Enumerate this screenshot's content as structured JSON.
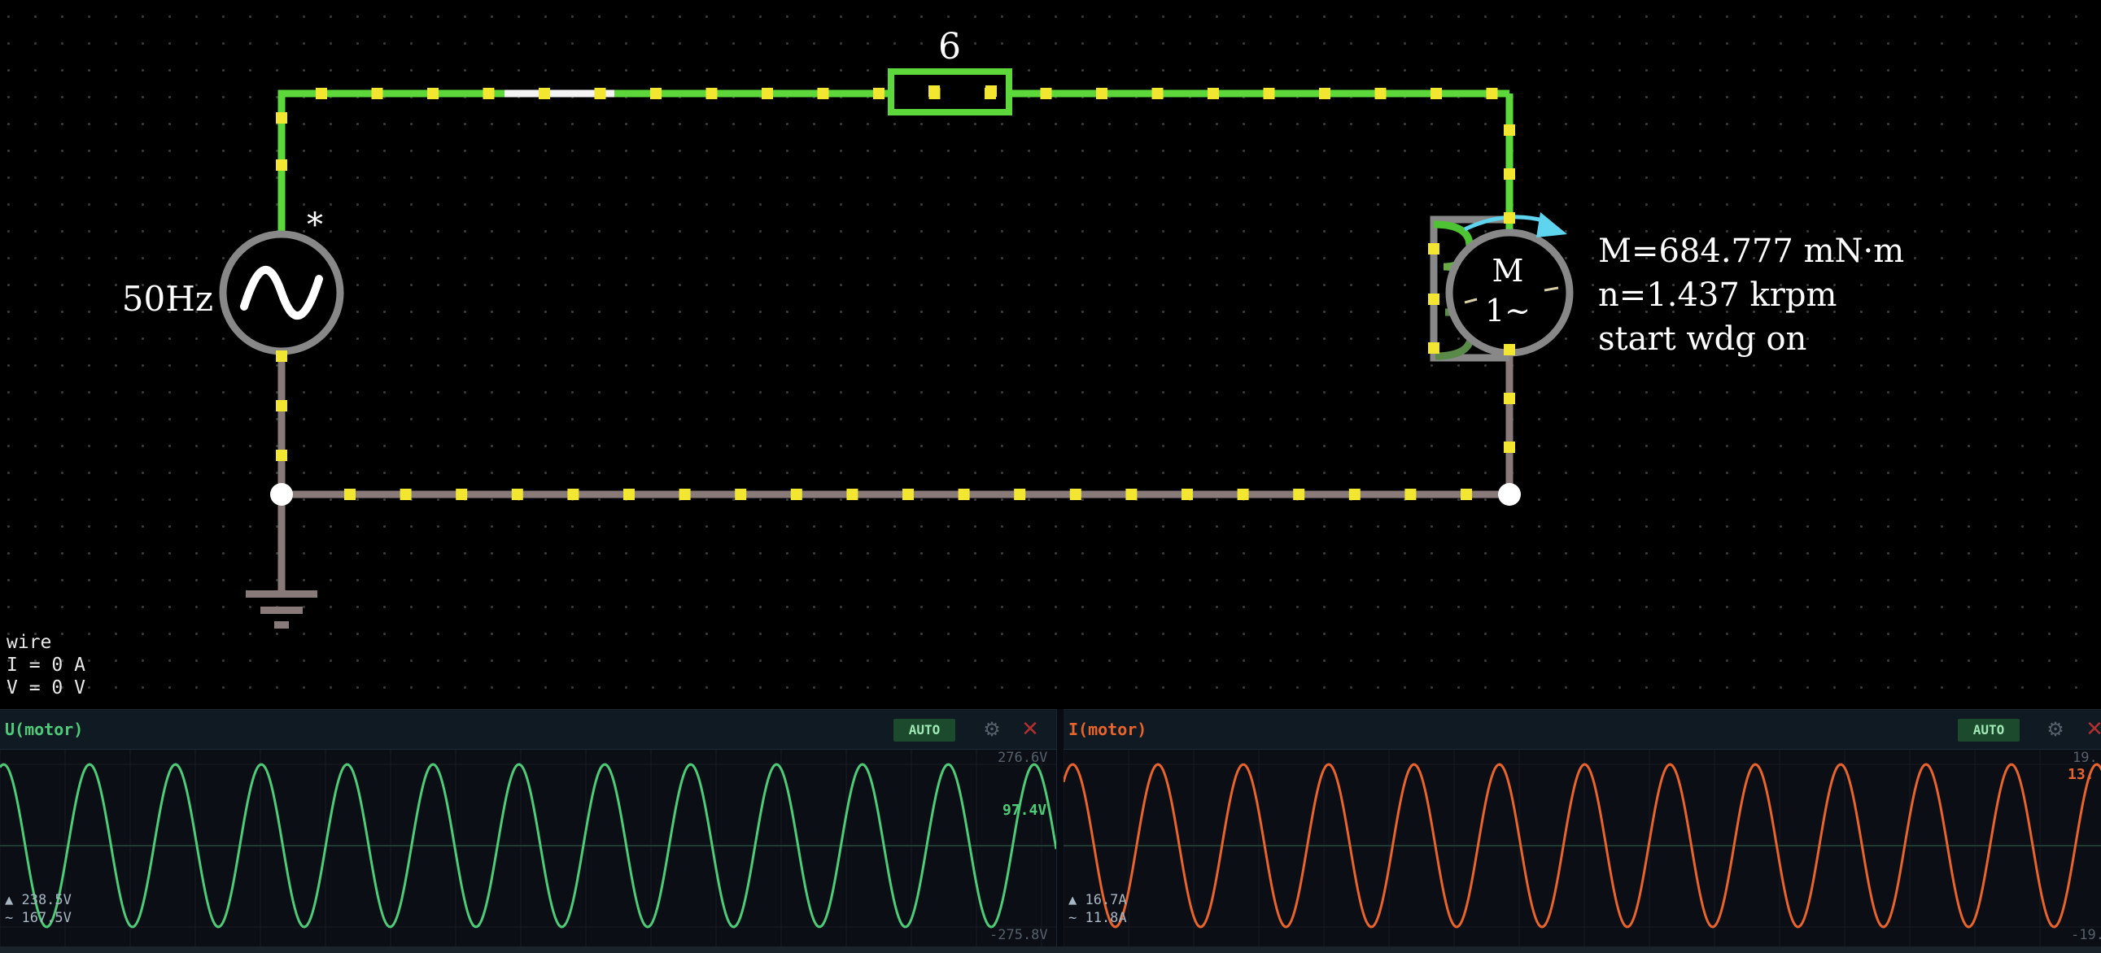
{
  "circuit": {
    "resistor_label": "6",
    "source_label": "50Hz",
    "source_marker": "*",
    "motor_symbol_line1": "M",
    "motor_symbol_line2": "1~",
    "motor_readout": [
      "M=684.777 mN·m",
      "n=1.437 krpm",
      "start wdg on"
    ],
    "colors": {
      "live_wire": "#5cd83a",
      "dead_wire": "#877a78",
      "current_dot": "#f2e630",
      "component": "#888888",
      "accent_arrow": "#5fd4ee"
    },
    "icons": [
      "ac-source-icon",
      "resistor-icon",
      "motor-icon",
      "ground-icon",
      "junction-icon"
    ]
  },
  "info": {
    "title": "wire",
    "current": "I = 0 A",
    "voltage": "V = 0 V"
  },
  "scopes": [
    {
      "id": "u",
      "title": "U(motor)",
      "auto_label": "AUTO",
      "max_label": "276.6V",
      "min_label": "-275.8V",
      "live_value": "97.4V",
      "stat_peak": "▲ 238.5V",
      "stat_rms": "~ 167.5V",
      "cycles_visible": 12.3,
      "color": "#4ecb78"
    },
    {
      "id": "i",
      "title": "I(motor)",
      "auto_label": "AUTO",
      "max_label": "19.",
      "min_label": "-19.",
      "live_value": "13.",
      "stat_peak": "▲ 16.7A",
      "stat_rms": "~ 11.8A",
      "cycles_visible": 12.3,
      "color": "#e8642c"
    }
  ]
}
